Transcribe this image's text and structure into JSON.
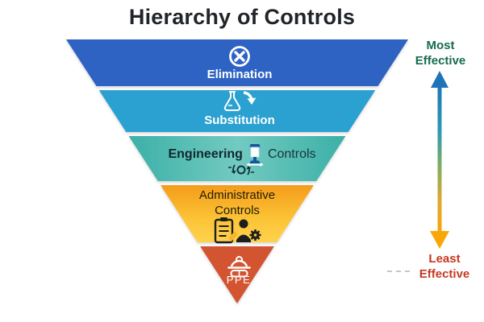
{
  "title": "Hierarchy of Controls",
  "levels": [
    {
      "label": "Elimination",
      "color": "#2e62c3",
      "icon": "circle-x-icon"
    },
    {
      "label": "Substitution",
      "color": "#2aa1d0",
      "icon": "flask-swap-icon"
    },
    {
      "label_bold": "Engineering",
      "label_rest": "Controls",
      "color": "#3fb2a9",
      "icon": "ventilation-unit-icon"
    },
    {
      "label_line1": "Administrative",
      "label_line2": "Controls",
      "color": "#f9b92e",
      "icon": "clipboard-person-gear-icon"
    },
    {
      "label": "PPE",
      "color": "#d35430",
      "icon": "hard-hat-goggles-icon"
    }
  ],
  "effectiveness_scale": {
    "most_line1": "Most",
    "most_line2": "Effective",
    "most_color": "#166b4d",
    "least_line1": "Least",
    "least_line2": "Effective",
    "least_color": "#c4391f",
    "arrow_top_color": "#1e73b9",
    "arrow_bottom_color": "#f9a607"
  }
}
